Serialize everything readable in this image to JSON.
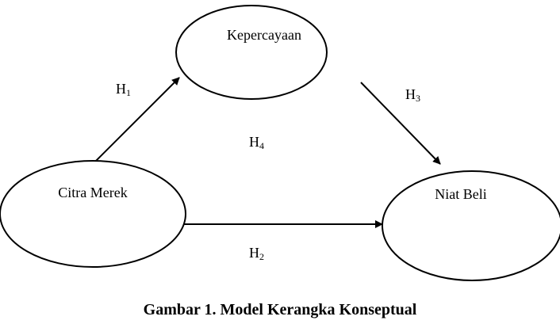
{
  "nodes": {
    "kepercayaan": "Kepercayaan",
    "citra_merek": "Citra Merek",
    "niat_beli": "Niat Beli"
  },
  "hypotheses": {
    "h1": {
      "letter": "H",
      "sub": "1"
    },
    "h2": {
      "letter": "H",
      "sub": "2"
    },
    "h3": {
      "letter": "H",
      "sub": "3"
    },
    "h4": {
      "letter": "H",
      "sub": "4"
    }
  },
  "caption": "Gambar 1. Model Kerangka Konseptual"
}
